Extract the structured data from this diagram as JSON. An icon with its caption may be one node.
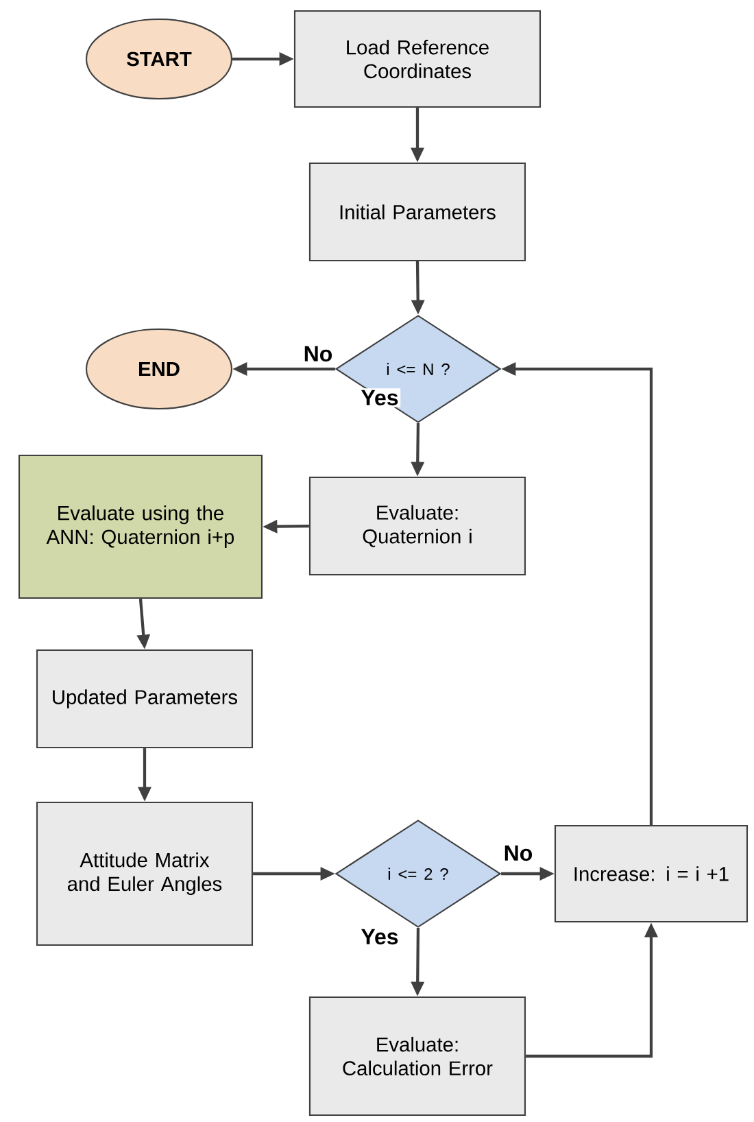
{
  "diagram": {
    "nodes": [
      {
        "text": [
          "START"
        ]
      },
      {
        "text": [
          "Load Reference Coordinates"
        ]
      },
      {
        "text": [
          "Initial Parameters"
        ]
      },
      {
        "text": [
          "i <= N ?"
        ]
      },
      {
        "text": [
          "END"
        ]
      },
      {
        "text": [
          "Evaluate: Quaternion i"
        ]
      },
      {
        "text": [
          "Evaluate using the ANN: Quaternion i+p"
        ]
      },
      {
        "text": [
          "Updated Parameters"
        ]
      },
      {
        "text": [
          "Attitude Matrix and Euler Angles"
        ]
      },
      {
        "text": [
          "i <= 2 ?"
        ]
      },
      {
        "text": [
          "Increase: i = i +1"
        ]
      },
      {
        "text": [
          "Evaluate: Calculation Error"
        ]
      }
    ],
    "edges": [
      {
        "from": 0,
        "to": 1,
        "arrow": "to"
      },
      {
        "from": 1,
        "to": 2,
        "arrow": "to"
      },
      {
        "from": 2,
        "to": 3,
        "arrow": "to"
      },
      {
        "from": 3,
        "to": 4,
        "arrow": "to",
        "label": "No"
      },
      {
        "from": 3,
        "to": 5,
        "arrow": "to",
        "label": "Yes"
      },
      {
        "from": 5,
        "to": 6,
        "arrow": "to"
      },
      {
        "from": 6,
        "to": 7,
        "arrow": "to"
      },
      {
        "from": 7,
        "to": 8,
        "arrow": "to"
      },
      {
        "from": 8,
        "to": 9,
        "arrow": "to"
      },
      {
        "from": 9,
        "to": 10,
        "arrow": "to",
        "label": "No"
      },
      {
        "from": 9,
        "to": 11,
        "arrow": "to",
        "label": "Yes"
      },
      {
        "from": 11,
        "to": 10,
        "arrow": "to"
      },
      {
        "from": 10,
        "to": 3,
        "arrow": "to"
      }
    ]
  }
}
